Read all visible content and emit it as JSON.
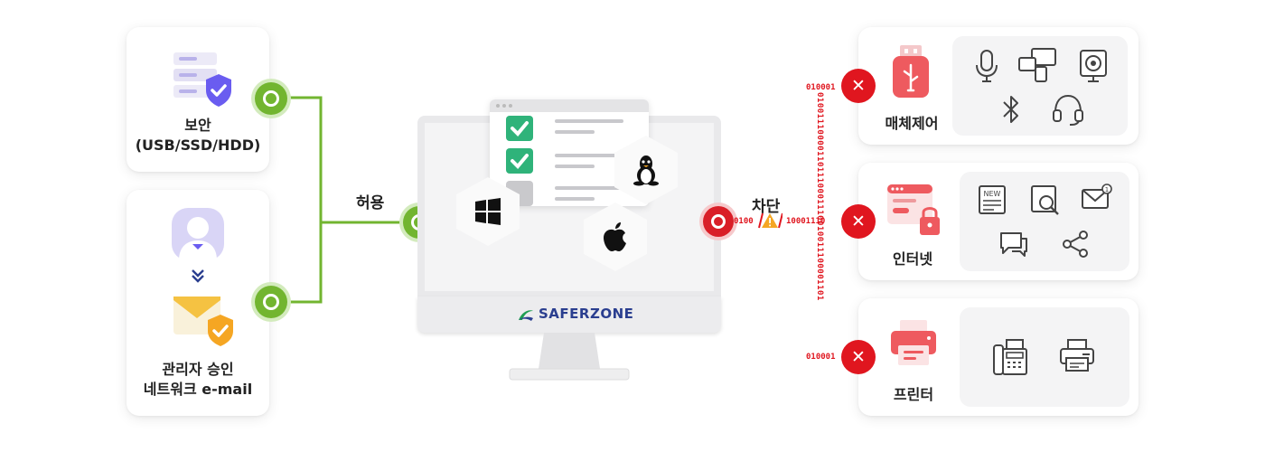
{
  "left": {
    "security_card": {
      "line1": "보안",
      "line2": "(USB/SSD/HDD)"
    },
    "approval_card": {
      "line1": "관리자 승인",
      "line2": "네트워크 e-mail"
    },
    "allow_label": "허용"
  },
  "monitor": {
    "brand": "SAFERZONE",
    "icons": [
      "windows-icon",
      "linux-icon",
      "apple-icon"
    ]
  },
  "right": {
    "block_label": "차단",
    "bits_left": "0100",
    "bits_right": "10001110",
    "bits_tag_top": "010001",
    "bits_tag_bottom": "010001",
    "bits_vertical": "010011100001101110001110010011100001101",
    "cards": [
      {
        "label": "매체제어",
        "icons": [
          "usb-icon",
          "microphone-icon",
          "devices-icon",
          "webcam-icon",
          "bluetooth-icon",
          "headset-icon"
        ]
      },
      {
        "label": "인터넷",
        "icons": [
          "browser-lock-icon",
          "news-icon",
          "search-window-icon",
          "mail-icon",
          "chat-icon",
          "share-icon"
        ]
      },
      {
        "label": "프린터",
        "icons": [
          "printer-icon",
          "fax-icon",
          "printer-small-icon"
        ]
      }
    ]
  },
  "colors": {
    "allow": "#72b530",
    "block": "#e0161f",
    "accent": "#6a5cf0",
    "warn": "#f5a623",
    "check": "#2fb37a"
  }
}
